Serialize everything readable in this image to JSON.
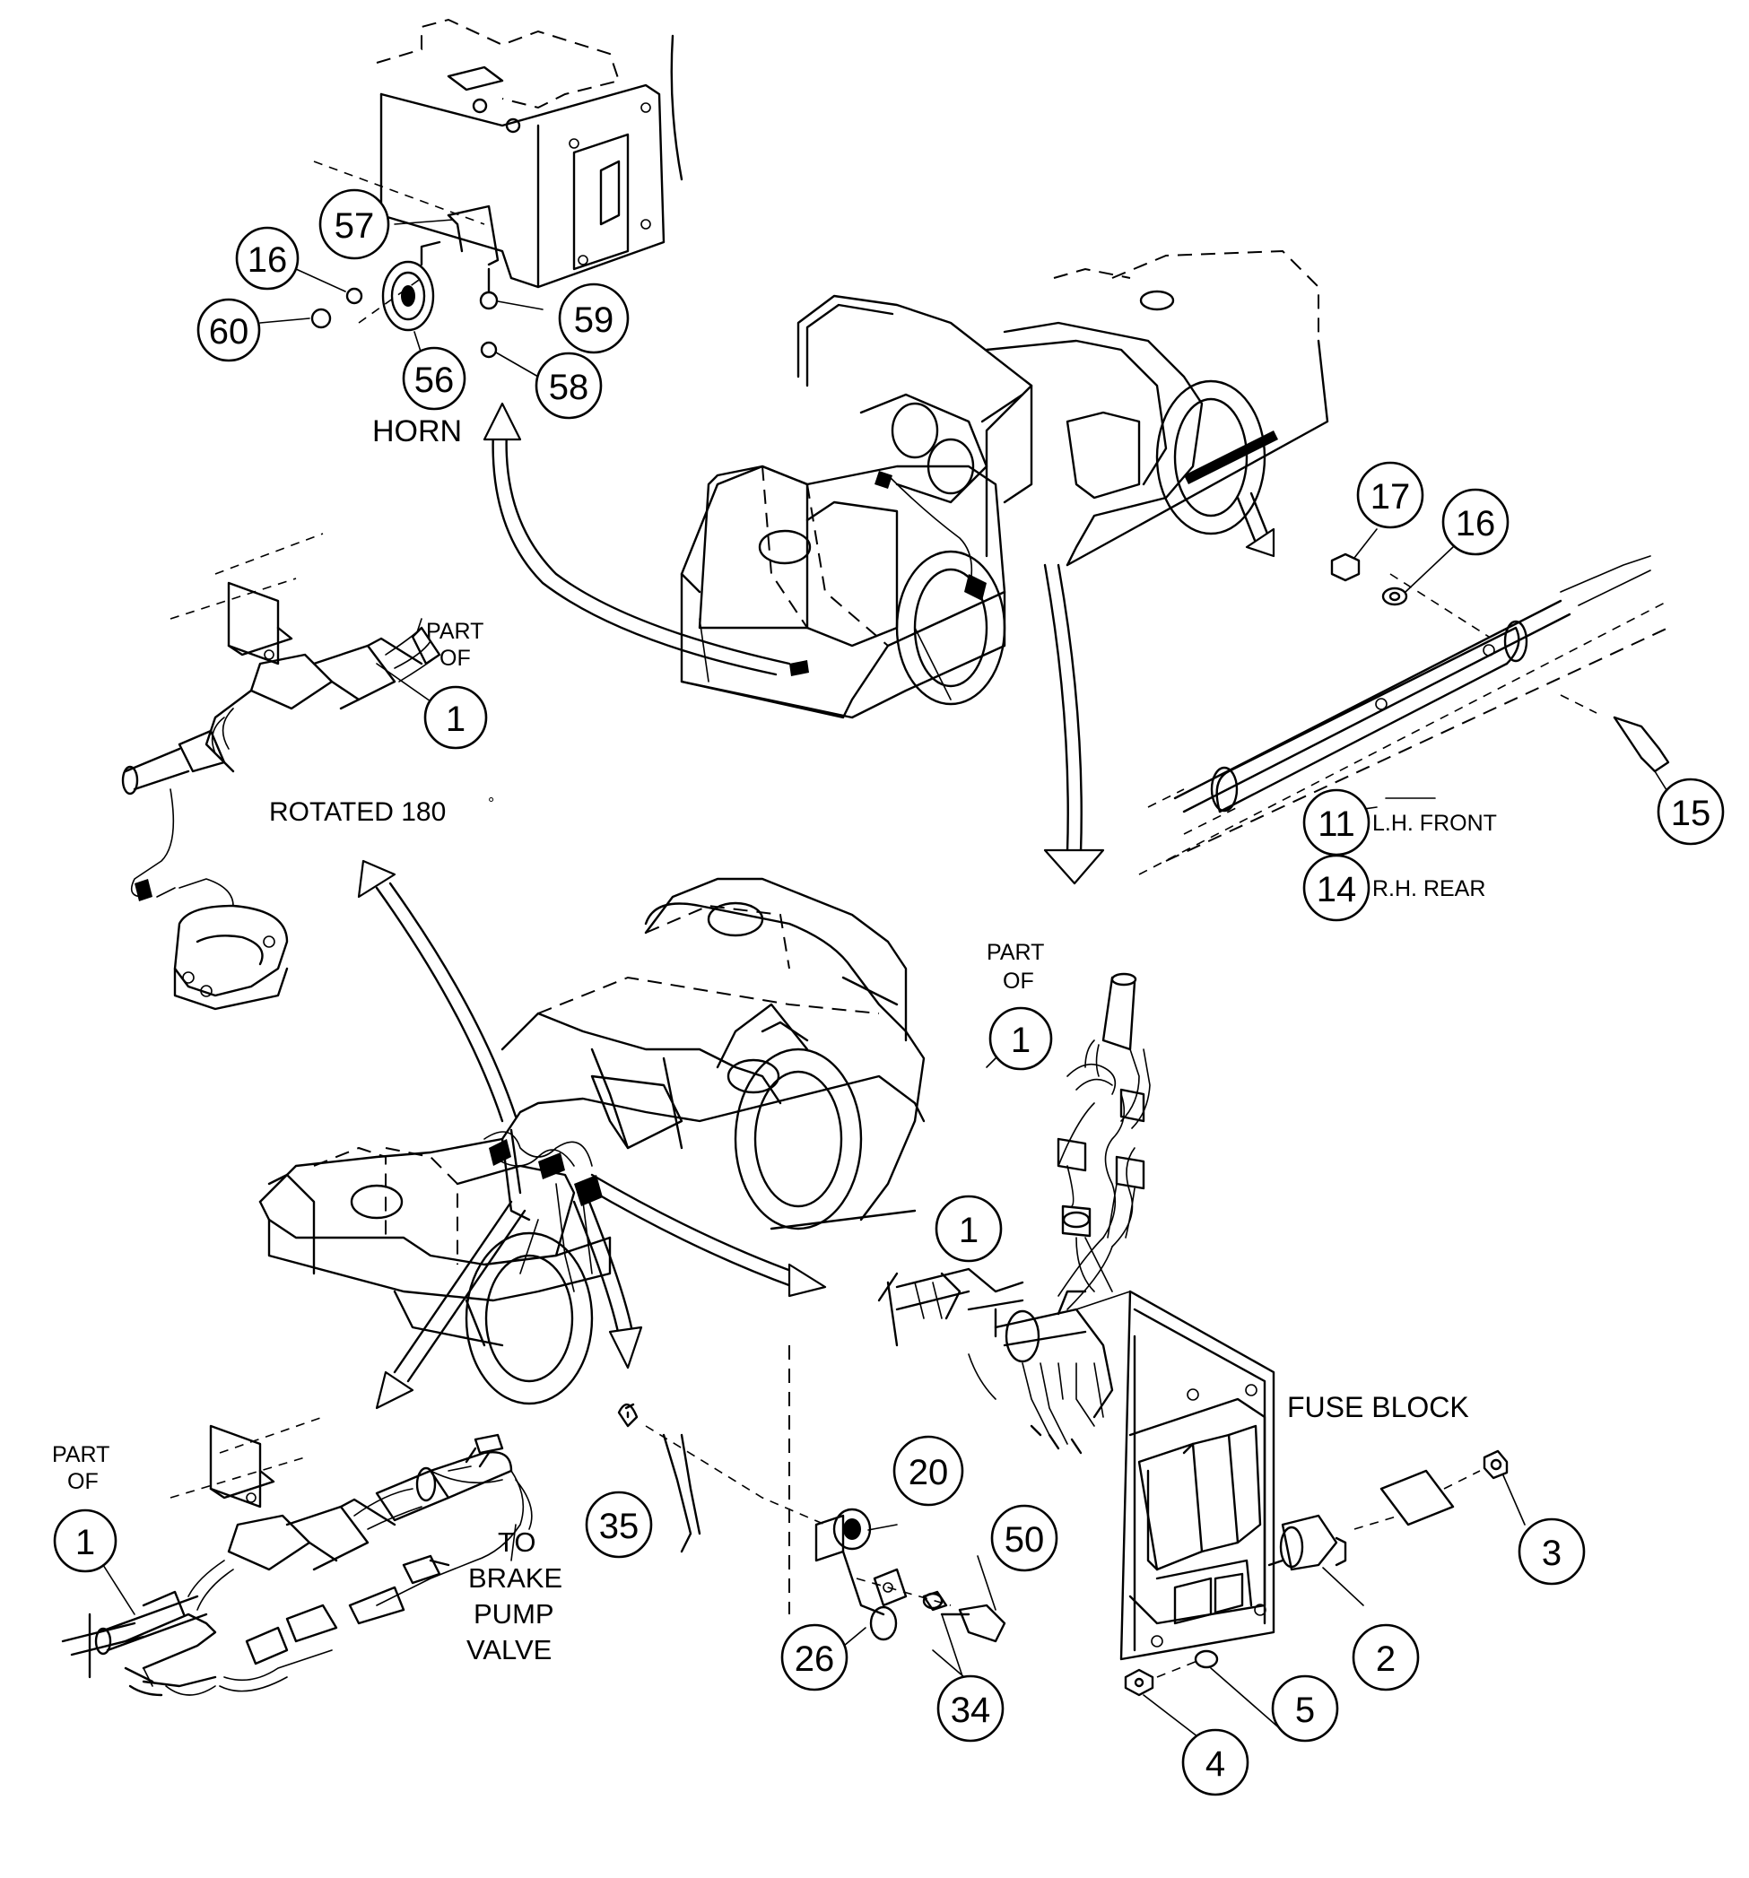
{
  "callouts": {
    "c57": "57",
    "c16_top": "16",
    "c60": "60",
    "c56": "56",
    "c59": "59",
    "c58": "58",
    "c17": "17",
    "c16_right": "16",
    "c15": "15",
    "c11": "11",
    "c14": "14",
    "c1_upper": "1",
    "c1_mid": "1",
    "c1_cable": "1",
    "c1_lower": "1",
    "c20": "20",
    "c35": "35",
    "c50": "50",
    "c26": "26",
    "c34": "34",
    "c3": "3",
    "c2": "2",
    "c5": "5",
    "c4": "4"
  },
  "labels": {
    "horn": "HORN",
    "part_of_upper_1": "PART",
    "part_of_upper_2": "OF",
    "rotated": "ROTATED 180",
    "degree": "°",
    "lh_front": "L.H. FRONT",
    "rh_rear": "R.H. REAR",
    "part_of_mid_1": "PART",
    "part_of_mid_2": "OF",
    "fuse_block": "FUSE BLOCK",
    "part_of_lower_1": "PART",
    "part_of_lower_2": "OF",
    "to_1": "TO",
    "to_2": "BRAKE",
    "to_3": "PUMP",
    "to_4": "VALVE"
  }
}
